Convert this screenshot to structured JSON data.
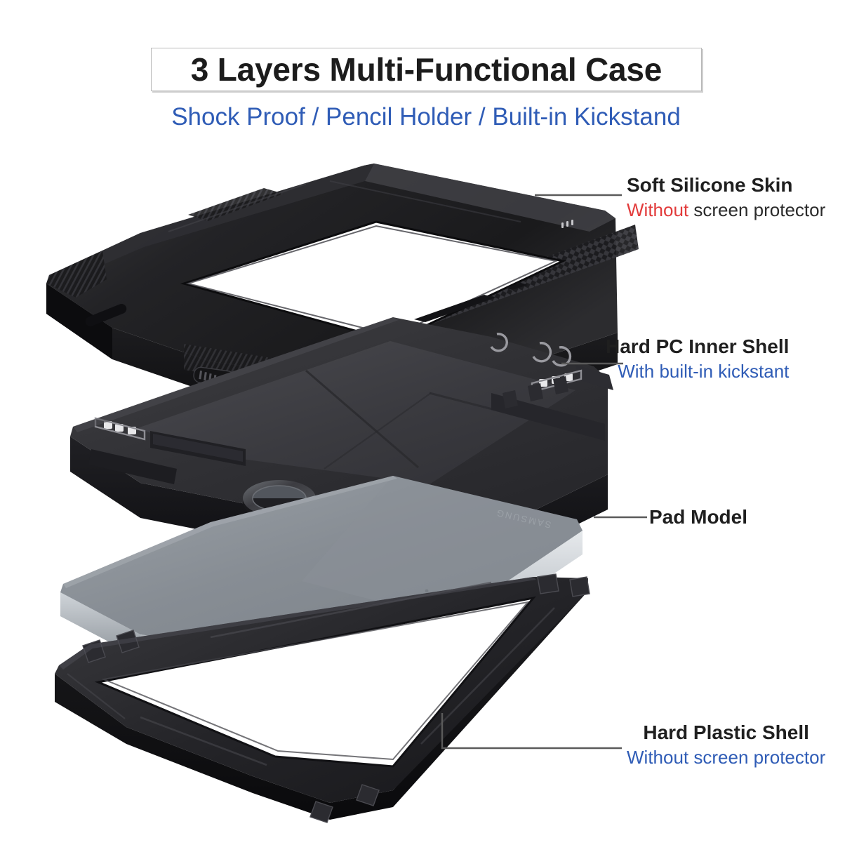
{
  "header": {
    "title": "3 Layers Multi-Functional Case",
    "subtitle": "Shock Proof / Pencil Holder / Built-in Kickstand"
  },
  "colors": {
    "accent_blue": "#2f5cb6",
    "warning_red": "#e23b3b",
    "title_text": "#1c1c1c",
    "leader_line": "#555555",
    "case_black": "#1b1b1d",
    "tablet_gray": "#8d9196",
    "tablet_silver": "#c9cdd2"
  },
  "callouts": [
    {
      "id": "soft-silicone-skin",
      "title": "Soft Silicone Skin",
      "sub_emphasis": "Without",
      "sub_rest": " screen protector",
      "sub_style": "red-then-dark"
    },
    {
      "id": "hard-pc-inner-shell",
      "title": "Hard PC Inner Shell",
      "sub_emphasis": "",
      "sub_rest": "With built-in kickstant",
      "sub_style": "blue"
    },
    {
      "id": "pad-model",
      "title": "Pad Model",
      "sub_emphasis": "",
      "sub_rest": "",
      "sub_style": "none"
    },
    {
      "id": "hard-plastic-shell",
      "title": "Hard Plastic Shell",
      "sub_emphasis": "",
      "sub_rest": "Without screen protector",
      "sub_style": "blue"
    }
  ],
  "product": {
    "brand_mark": "SAMSUNG",
    "layers": [
      {
        "name": "soft-silicone-skin-layer"
      },
      {
        "name": "hard-pc-inner-shell-layer"
      },
      {
        "name": "pad-model-tablet-layer"
      },
      {
        "name": "hard-plastic-shell-layer"
      }
    ]
  }
}
